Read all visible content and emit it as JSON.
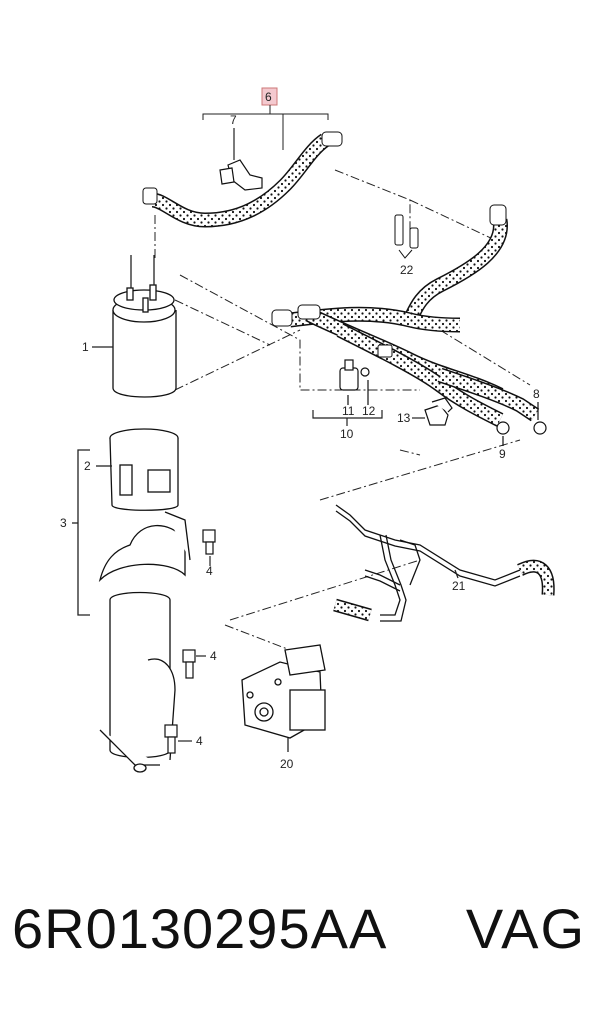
{
  "callouts": {
    "c1": "1",
    "c2": "2",
    "c3": "3",
    "c4a": "4",
    "c4b": "4",
    "c4c": "4",
    "c6": "6",
    "c7": "7",
    "c8": "8",
    "c9": "9",
    "c10": "10",
    "c11": "11",
    "c12": "12",
    "c13": "13",
    "c20": "20",
    "c21": "21",
    "c22": "22"
  },
  "caption": {
    "part_number": "6R0130295AA",
    "brand": "VAG"
  },
  "colors": {
    "line": "#1a1a1a",
    "highlight_box": "#f4c9cf",
    "hose_fill": "#ffffff"
  }
}
